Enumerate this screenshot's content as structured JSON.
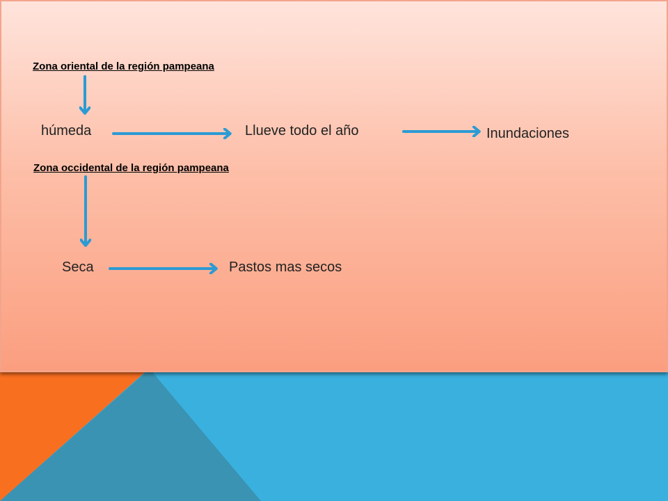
{
  "colors": {
    "orange_accent": "#f96f20",
    "blue_background": "#3ab0de",
    "dark_blue_triangle": "#3a93b3",
    "arrow": "#2b9bd4"
  },
  "headings": {
    "oriental": "Zona oriental de la región pampeana",
    "occidental": "Zona occidental de la región pampeana"
  },
  "nodes": {
    "humeda": "húmeda",
    "llueve": "Llueve todo el año",
    "inundaciones": "Inundaciones",
    "seca": "Seca",
    "pastos": "Pastos mas secos"
  }
}
